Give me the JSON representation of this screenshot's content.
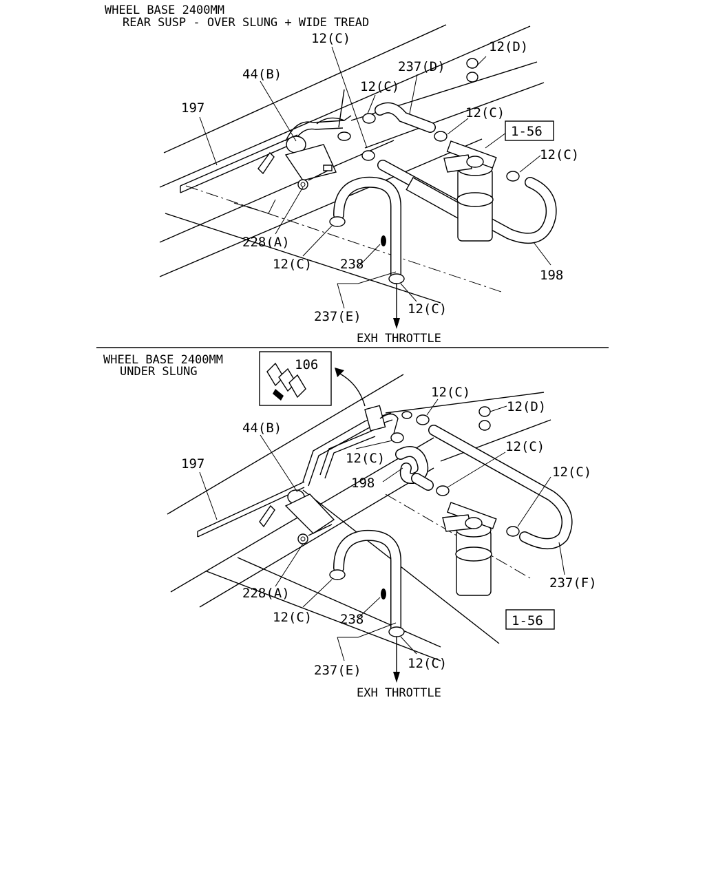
{
  "top_section": {
    "header_line1": "WHEEL BASE 2400MM",
    "header_line2": "REAR SUSP - OVER SLUNG + WIDE TREAD",
    "labels": {
      "p12c_a": "12(C)",
      "p12d": "12(D)",
      "p237d": "237(D)",
      "p44b": "44(B)",
      "p12c_b": "12(C)",
      "p197": "197",
      "p12c_c": "12(C)",
      "p156": "1-56",
      "p12c_d": "12(C)",
      "p228a": "228(A)",
      "p12c_e": "12(C)",
      "p238": "238",
      "p198": "198",
      "p12c_f": "12(C)",
      "p237e": "237(E)"
    },
    "arrow_label": "EXH THROTTLE"
  },
  "bottom_section": {
    "header_line1": "WHEEL BASE 2400MM",
    "header_line2": "UNDER SLUNG",
    "labels": {
      "p106": "106",
      "p12c_a": "12(C)",
      "p12d": "12(D)",
      "p44b": "44(B)",
      "p12c_b": "12(C)",
      "p12c_c": "12(C)",
      "p197": "197",
      "p198": "198",
      "p12c_d": "12(C)",
      "p228a": "228(A)",
      "p237f": "237(F)",
      "p12c_e": "12(C)",
      "p238": "238",
      "p156": "1-56",
      "p237e": "237(E)",
      "p12c_f": "12(C)"
    },
    "arrow_label": "EXH THROTTLE"
  }
}
